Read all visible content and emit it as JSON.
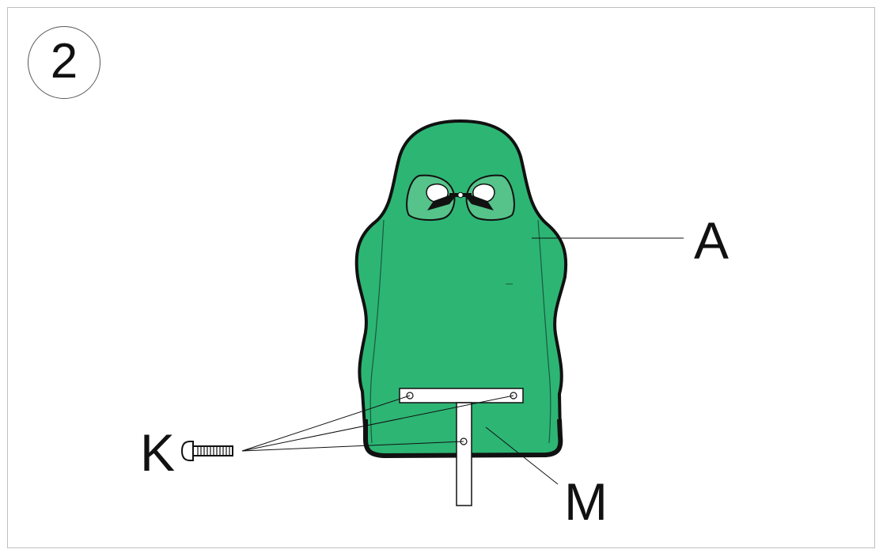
{
  "step": {
    "number": "2"
  },
  "callouts": {
    "a": "A",
    "k": "K",
    "m": "M"
  },
  "colors": {
    "seat_fill": "#2db574",
    "outline": "#111111",
    "headrest_inner": "#55c38a",
    "plate_fill": "#ffffff"
  }
}
